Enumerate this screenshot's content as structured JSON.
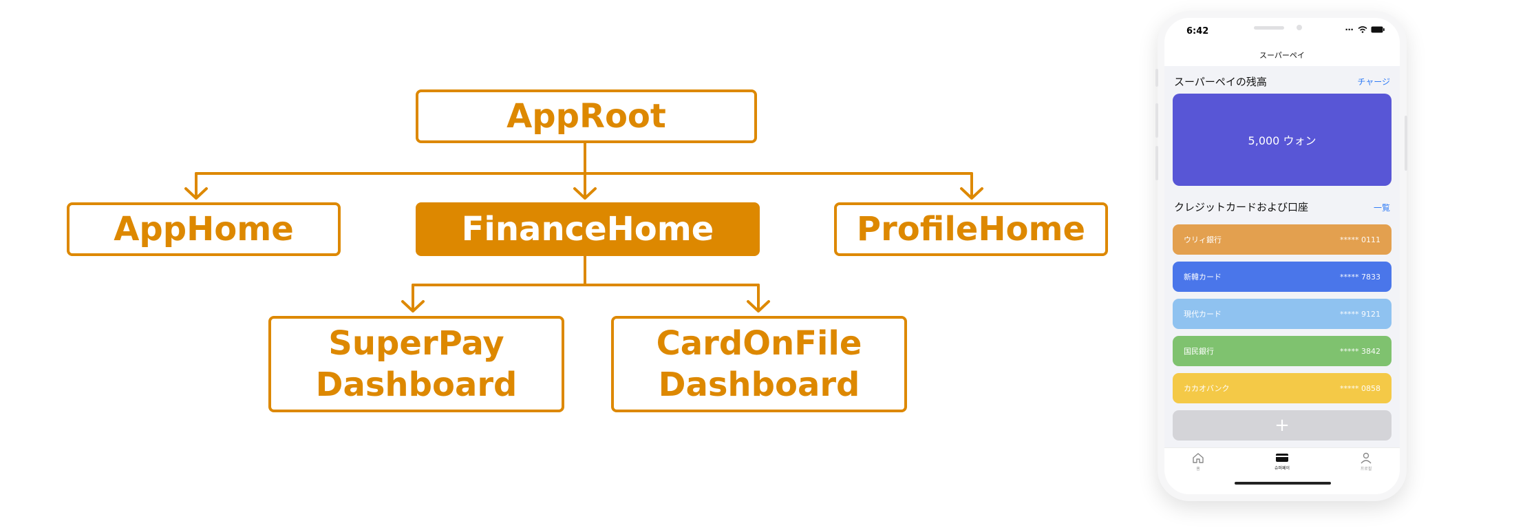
{
  "diagram": {
    "nodes": {
      "app_root": "AppRoot",
      "app_home": "AppHome",
      "finance_home": "FinanceHome",
      "profile_home": "ProfileHome",
      "superpay_dashboard": [
        "SuperPay",
        "Dashboard"
      ],
      "cardonfile_dashboard": [
        "CardOnFile",
        "Dashboard"
      ]
    },
    "edges": [
      [
        "app_root",
        "app_home"
      ],
      [
        "app_root",
        "finance_home"
      ],
      [
        "app_root",
        "profile_home"
      ],
      [
        "finance_home",
        "superpay_dashboard"
      ],
      [
        "finance_home",
        "cardonfile_dashboard"
      ]
    ],
    "highlighted": "finance_home",
    "colors": {
      "accent": "#dd8800"
    }
  },
  "phone": {
    "status_time": "6:42",
    "nav_title": "スーパーペイ",
    "balance_section": {
      "title": "スーパーペイの残高",
      "link": "チャージ",
      "amount": "5,000 ウォン"
    },
    "cards_section": {
      "title": "クレジットカードおよび口座",
      "link": "一覧"
    },
    "cards": [
      {
        "name": "ウリィ銀行",
        "number": "***** 0111",
        "color": "#e3a04f"
      },
      {
        "name": "新韓カード",
        "number": "***** 7833",
        "color": "#4a76ea"
      },
      {
        "name": "現代カード",
        "number": "***** 9121",
        "color": "#8fc2f0"
      },
      {
        "name": "国民銀行",
        "number": "***** 3842",
        "color": "#7fc26f"
      },
      {
        "name": "カカオバンク",
        "number": "***** 0858",
        "color": "#f4c947"
      }
    ],
    "add_label": "+",
    "tabs": [
      {
        "label": "홈",
        "icon": "home-icon"
      },
      {
        "label": "슈퍼페이",
        "icon": "card-icon"
      },
      {
        "label": "프로필",
        "icon": "profile-icon"
      }
    ],
    "colors": {
      "balance": "#5856d6",
      "link": "#2f7bf6"
    }
  }
}
